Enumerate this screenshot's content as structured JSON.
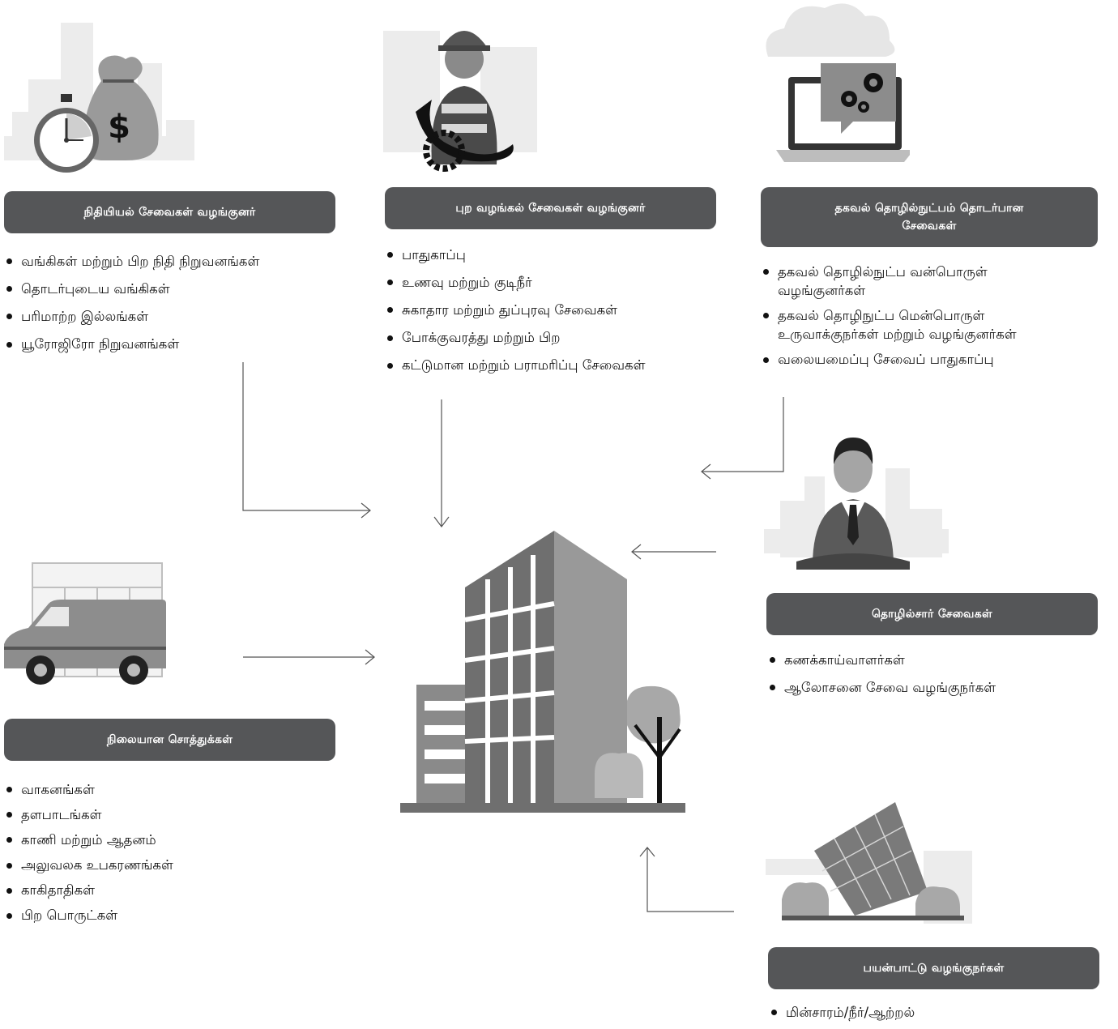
{
  "financial": {
    "title": "நிதியியல் சேவைகள் வழங்குனர்",
    "items": [
      "வங்கிகள் மற்றும் பிற நிதி நிறுவனங்கள்",
      "தொடர்புடைய வங்கிகள்",
      "பரிமாற்ற இல்லங்கள்",
      "யூரோஜிரோ நிறுவனங்கள்"
    ]
  },
  "outsourcing": {
    "title": "புற வழங்கல் சேவைகள் வழங்குனர்",
    "items": [
      "பாதுகாப்பு",
      "உணவு மற்றும் குடிநீர்",
      "சுகாதார மற்றும் துப்புரவு சேவைகள்",
      "போக்குவரத்து மற்றும் பிற",
      "கட்டுமான மற்றும் பராமரிப்பு சேவைகள்"
    ]
  },
  "it": {
    "title_line1": "தகவல் தொழில்நுட்பம் தொடர்பான",
    "title_line2": "சேவைகள்",
    "items": [
      "தகவல் தொழில்நுட்ப வன்பொருள் வழங்குனர்கள்",
      "தகவல் தொழிநுட்ப மென்பொருள் உருவாக்குநர்கள் மற்றும் வழங்குனர்கள்",
      "வலையமைப்பு சேவைப் பாதுகாப்பு"
    ]
  },
  "professional": {
    "title": "தொழில்சார் சேவைகள்",
    "items": [
      "கணக்காய்வாளர்கள்",
      "ஆலோசனை சேவை வழங்குநர்கள்"
    ]
  },
  "fixed_assets": {
    "title": "நிலையான சொத்துக்கள்",
    "items": [
      "வாகனங்கள்",
      "தளபாடங்கள்",
      "காணி மற்றும் ஆதனம்",
      "அலுவலக உபகரணங்கள்",
      "காகிதாதிகள்",
      "பிற பொருட்கள்"
    ]
  },
  "utility": {
    "title": "பயன்பாட்டு வழங்குநர்கள்",
    "items": [
      "மின்சாரம்/நீர்/ஆற்றல்"
    ]
  },
  "icons": {
    "financial": "money-bag-stopwatch-icon",
    "outsourcing": "worker-gear-icon",
    "it": "laptop-cloud-gears-icon",
    "professional": "businessman-icon",
    "fixed_assets": "van-icon",
    "utility": "solar-panel-icon",
    "center": "office-building-icon"
  },
  "colors": {
    "pill": "#555658",
    "arrow": "#555555"
  }
}
